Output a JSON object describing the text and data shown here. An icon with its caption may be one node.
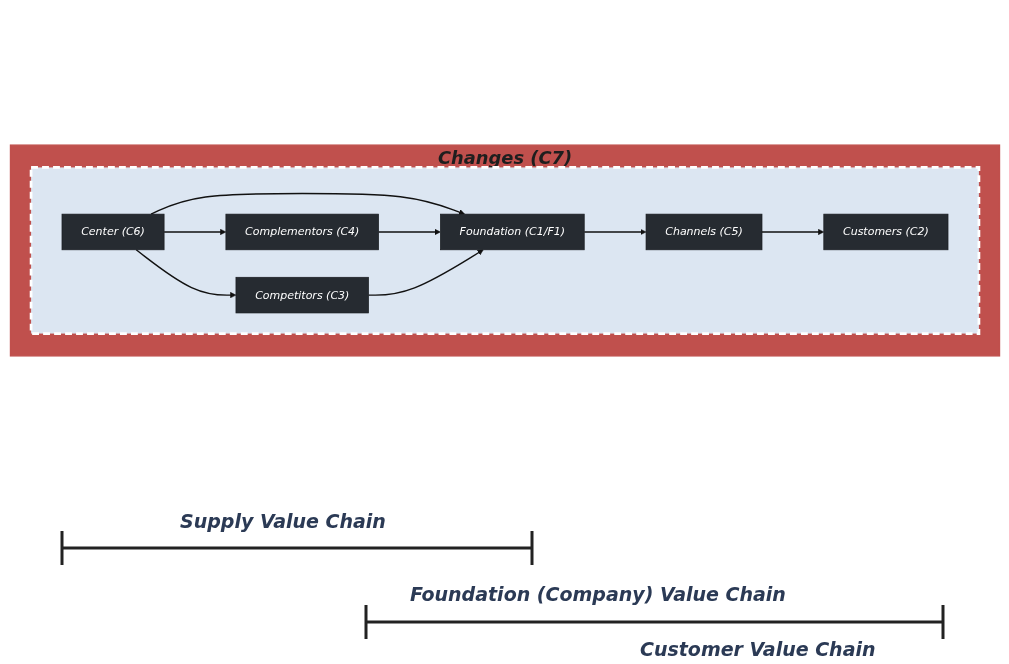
{
  "diagram": {
    "nodes": [
      {
        "text": [
          "Changes (C7)"
        ]
      },
      {
        "text": [],
        "shape": "box",
        "in": 0
      },
      {
        "text": [
          "Complementors (C4)"
        ],
        "in": 1
      },
      {
        "text": [
          "Center (C6)"
        ],
        "in": 1
      },
      {
        "text": [
          "Foundation (C1/F1)"
        ],
        "in": 1
      },
      {
        "text": [
          "Channels (C5)"
        ],
        "in": 1
      },
      {
        "text": [
          "Customers (C2)"
        ],
        "in": 1
      },
      {
        "text": [
          "Competitors (C3)"
        ],
        "in": 1
      }
    ],
    "edges": [
      {
        "from": 3,
        "to": 2,
        "arrow": "to"
      },
      {
        "from": 3,
        "to": 4,
        "arrow": "to"
      },
      {
        "from": 3,
        "to": 7,
        "arrow": "to"
      },
      {
        "from": 2,
        "to": 4,
        "arrow": "to"
      },
      {
        "from": 7,
        "to": 4,
        "arrow": "to"
      },
      {
        "from": 4,
        "to": 5,
        "arrow": "to"
      },
      {
        "from": 5,
        "to": 6,
        "arrow": "to"
      }
    ],
    "labels": [
      "Supply Value Chain",
      "Foundation (Company) Value Chain",
      "Customer Value Chain"
    ]
  }
}
